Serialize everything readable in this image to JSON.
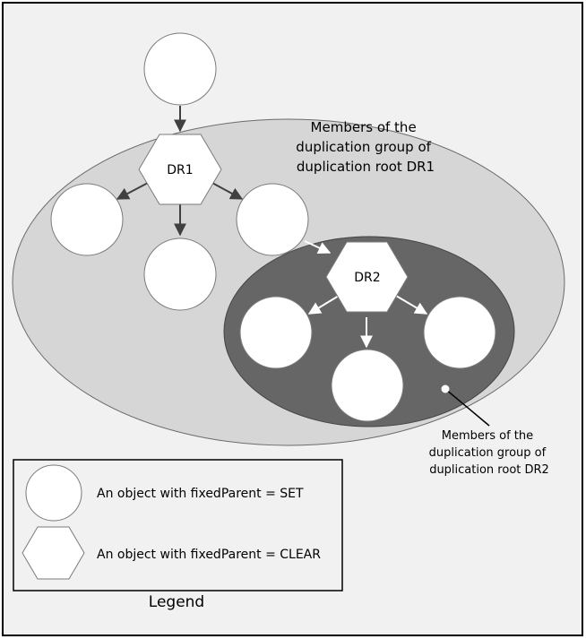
{
  "diagram": {
    "top_node": {
      "shape": "circle"
    },
    "dr1": {
      "label": "DR1"
    },
    "dr1_children": [
      {
        "shape": "circle"
      },
      {
        "shape": "circle"
      },
      {
        "shape": "circle"
      }
    ],
    "dr2": {
      "label": "DR2"
    },
    "dr2_children": [
      {
        "shape": "circle"
      },
      {
        "shape": "circle"
      },
      {
        "shape": "circle"
      }
    ],
    "group1_caption": [
      "Members of the",
      "duplication group of",
      "duplication root DR1"
    ],
    "group2_caption": [
      "Members of the",
      "duplication group of",
      "duplication root DR2"
    ],
    "colors": {
      "frame_background": "#f1f1f1",
      "group1_fill": "#d6d6d6",
      "group2_fill": "#666666",
      "node_fill": "#ffffff",
      "arrow_dark": "#404040",
      "arrow_light": "#ffffff"
    }
  },
  "legend": {
    "title": "Legend",
    "items": [
      {
        "shape": "circle",
        "text": "An object with fixedParent = SET"
      },
      {
        "shape": "hexagon",
        "text": "An object with fixedParent = CLEAR"
      }
    ]
  }
}
